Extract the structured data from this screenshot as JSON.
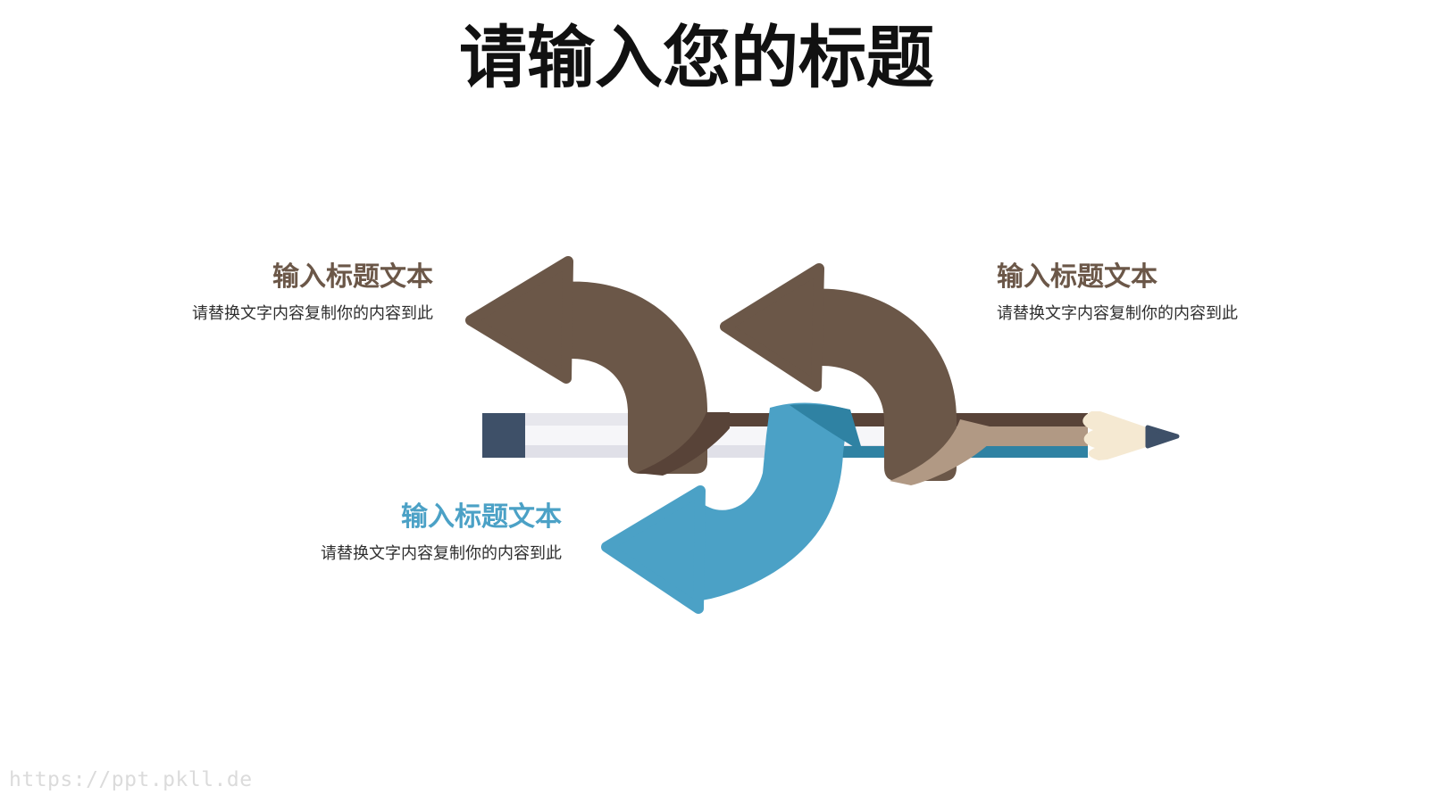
{
  "slide": {
    "title": "请输入您的标题",
    "watermark": "https://ppt.pkll.de"
  },
  "blocks": {
    "left": {
      "heading": "输入标题文本",
      "body": "请替换文字内容复制你的内容到此"
    },
    "right": {
      "heading": "输入标题文本",
      "body": "请替换文字内容复制你的内容到此"
    },
    "bottom": {
      "heading": "输入标题文本",
      "body": "请替换文字内容复制你的内容到此"
    }
  },
  "graphic": {
    "description": "pencil wrapped by two brown curved arrows pointing up-left and one blue curved arrow pointing down-left"
  },
  "colors": {
    "title_text": "#111111",
    "heading_brown": "#6B5748",
    "heading_blue": "#4BA1C6",
    "body_text": "#2E2E2E",
    "watermark_gray": "#DBDBDB",
    "arrow_brown": "#6B5748",
    "arrow_brown_dark": "#584338",
    "arrow_blue": "#4BA1C6",
    "arrow_blue_dark": "#2F82A3",
    "ribbon_tan": "#B19984",
    "pencil_body_shade_top": "#E7E7ED",
    "pencil_body_mid": "#F6F6F9",
    "pencil_body_shade_bottom": "#E0E0E8",
    "pencil_stripe_dark": "#584338",
    "pencil_stripe_tan": "#B19984",
    "pencil_stripe_teal": "#2F82A3",
    "pencil_cap_navy": "#3E5068",
    "pencil_wood": "#F5E9D2"
  }
}
